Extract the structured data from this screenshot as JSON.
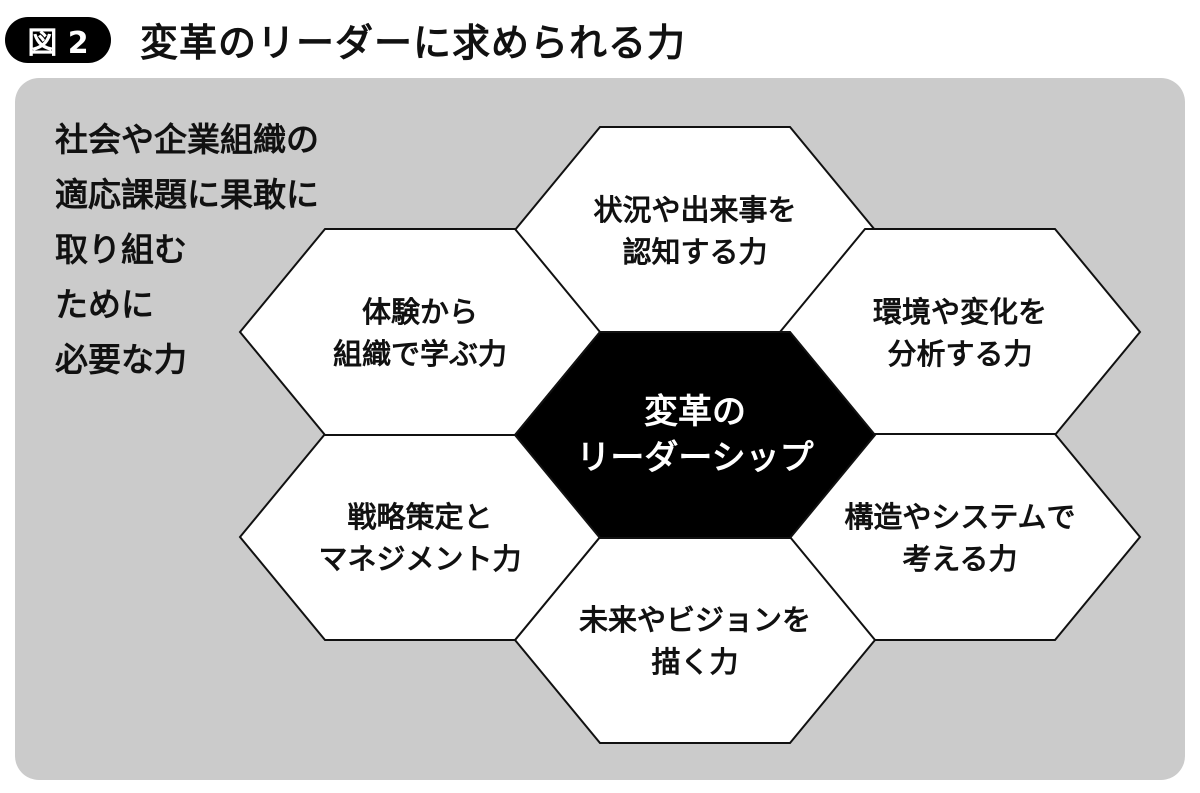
{
  "header": {
    "figure_label": "図 2",
    "title": "変革のリーダーに求められる力"
  },
  "intro_lines": [
    "社会や企業組織の",
    "適応課題に果敢に",
    "取り組む",
    "ために",
    "必要な力"
  ],
  "center": {
    "lines": [
      "変革の",
      "リーダーシップ"
    ]
  },
  "hexagons": [
    {
      "lines": [
        "状況や出来事を",
        "認知する力"
      ]
    },
    {
      "lines": [
        "環境や変化を",
        "分析する力"
      ]
    },
    {
      "lines": [
        "構造やシステムで",
        "考える力"
      ]
    },
    {
      "lines": [
        "未来やビジョンを",
        "描く力"
      ]
    },
    {
      "lines": [
        "戦略策定と",
        "マネジメント力"
      ]
    },
    {
      "lines": [
        "体験から",
        "組織で学ぶ力"
      ]
    }
  ],
  "colors": {
    "panel": "#cbcbcb",
    "center_fill": "#000000",
    "hex_fill": "#ffffff"
  }
}
